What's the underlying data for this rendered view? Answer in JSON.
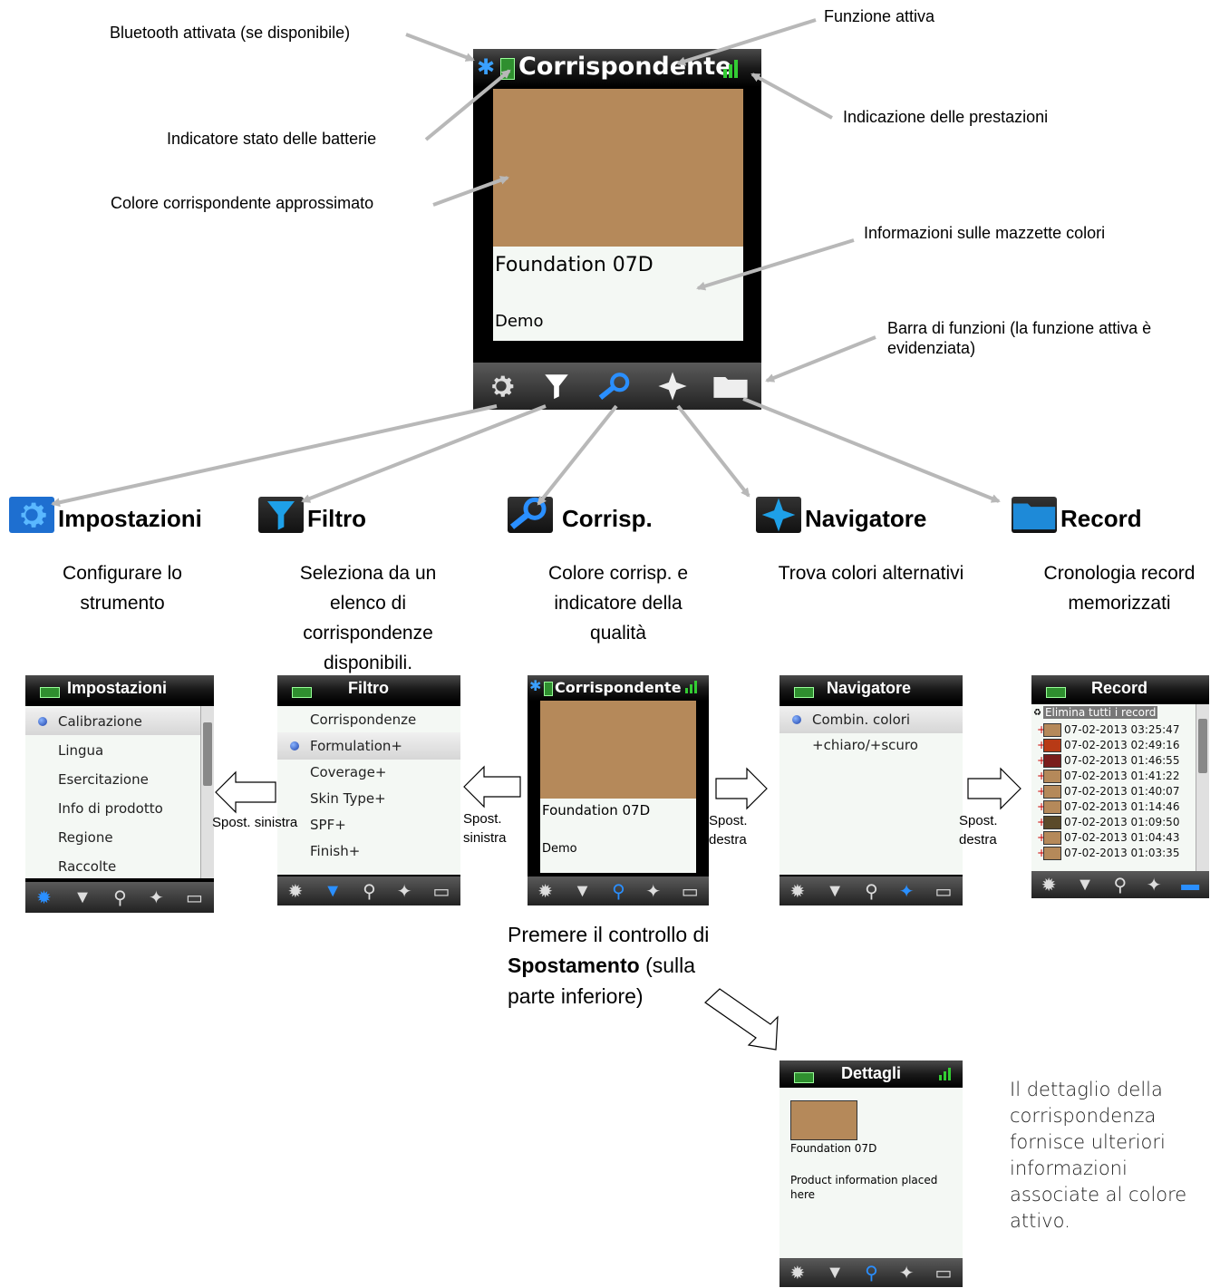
{
  "top_labels": {
    "bluetooth": "Bluetooth attivata (se disponibile)",
    "active_function": "Funzione attiva",
    "battery": "Indicatore stato delle batterie",
    "performance": "Indicazione delle prestazioni",
    "approx_color": "Colore corrispondente approssimato",
    "fan_deck_info": "Informazioni sulle mazzette colori",
    "function_bar": "Barra di funzioni (la funzione attiva è evidenziata)"
  },
  "main_device": {
    "title": "Corrispondente",
    "line1": "Foundation 07D",
    "line2": "Demo",
    "swatch_color": "#b5895a"
  },
  "functions": [
    {
      "name": "Impostazioni",
      "desc": "Configurare lo strumento",
      "icon": "gear-icon",
      "color": "#1e88d8"
    },
    {
      "name": "Filtro",
      "desc": "Seleziona da un elenco di corrispondenze disponibili.",
      "icon": "funnel-icon",
      "color": "#1e88d8"
    },
    {
      "name": "Corrisp.",
      "desc": "Colore corrisp. e indicatore della qualità",
      "icon": "magnifier-icon",
      "color": "#1e88d8"
    },
    {
      "name": "Navigatore",
      "desc": "Trova colori alternativi",
      "icon": "compass-icon",
      "color": "#1e88d8"
    },
    {
      "name": "Record",
      "desc": "Cronologia record memorizzati",
      "icon": "folder-icon",
      "color": "#1e88d8"
    }
  ],
  "settings_screen": {
    "title": "Impostazioni",
    "items": [
      "Calibrazione",
      "Lingua",
      "Esercitazione",
      "Info di prodotto",
      "Regione",
      "Raccolte"
    ]
  },
  "filter_screen": {
    "title": "Filtro",
    "items": [
      "Corrispondenze",
      "Formulation+",
      "Coverage+",
      "Skin Type+",
      "SPF+",
      "Finish+"
    ]
  },
  "match_screen": {
    "title": "Corrispondente",
    "line1": "Foundation 07D",
    "line2": "Demo"
  },
  "navigator_screen": {
    "title": "Navigatore",
    "items": [
      "Combin. colori",
      "+chiaro/+scuro"
    ]
  },
  "record_screen": {
    "title": "Record",
    "delete_all": "Elimina tutti i record",
    "rows": [
      {
        "date": "07-02-2013 03:25:47",
        "color": "#b5895a"
      },
      {
        "date": "07-02-2013 02:49:16",
        "color": "#b83a16"
      },
      {
        "date": "07-02-2013 01:46:55",
        "color": "#7a1c1c"
      },
      {
        "date": "07-02-2013 01:41:22",
        "color": "#b5895a"
      },
      {
        "date": "07-02-2013 01:40:07",
        "color": "#b5895a"
      },
      {
        "date": "07-02-2013 01:14:46",
        "color": "#b5895a"
      },
      {
        "date": "07-02-2013 01:09:50",
        "color": "#5a4a2a"
      },
      {
        "date": "07-02-2013 01:04:43",
        "color": "#b5895a"
      },
      {
        "date": "07-02-2013 01:03:35",
        "color": "#b5895a"
      }
    ]
  },
  "shift_labels": {
    "left1": "Spost. sinistra",
    "left2": "Spost. sinistra",
    "right1": "Spost. destra",
    "right2": "Spost. destra"
  },
  "press_text": {
    "before": "Premere il controllo di ",
    "bold": "Spostamento",
    "after": "(sulla parte inferiore)"
  },
  "details_screen": {
    "title": "Dettagli",
    "name": "Foundation 07D",
    "info": "Product information placed here"
  },
  "details_note": "Il dettaglio della corrispondenza fornisce ulteriori informazioni associate al colore attivo."
}
